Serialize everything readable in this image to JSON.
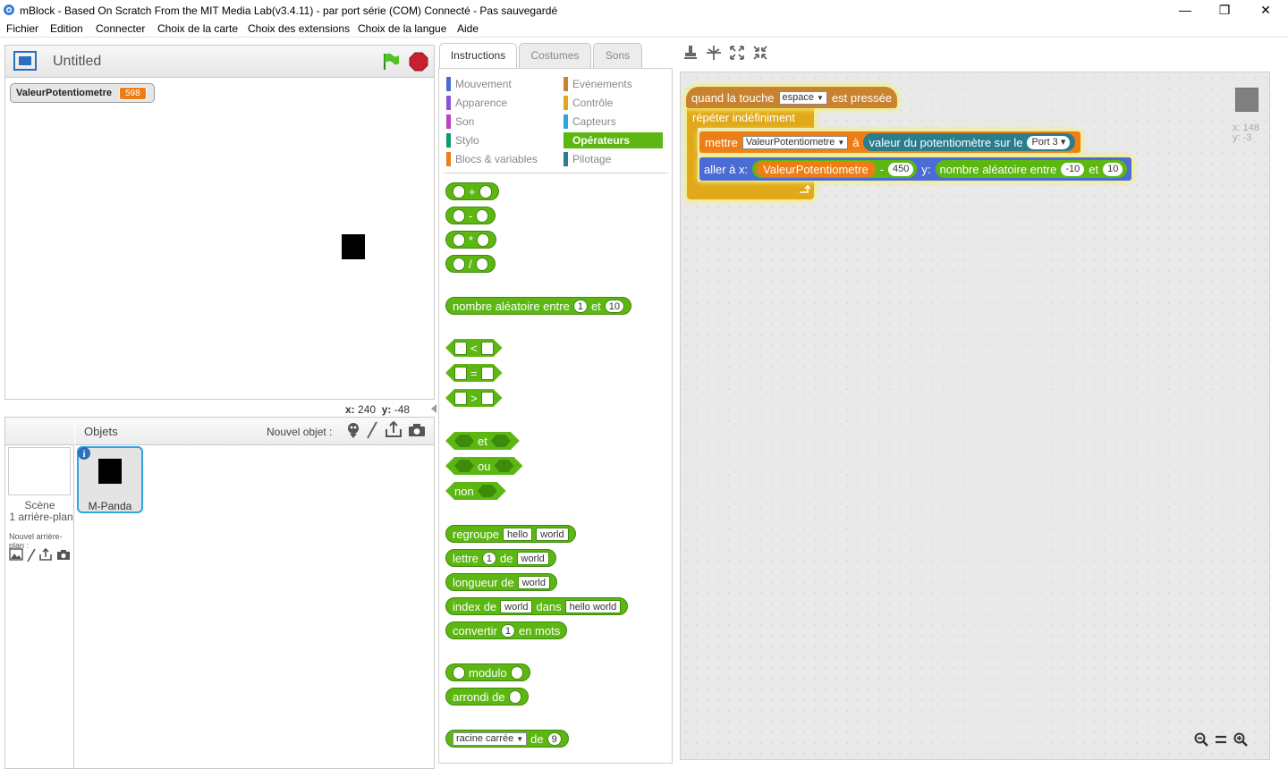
{
  "window": {
    "title": "mBlock - Based On Scratch From the MIT Media Lab(v3.4.11) - par port série (COM) Connecté - Pas sauvegardé",
    "minimize": "—",
    "restore": "❐",
    "close": "✕"
  },
  "menu": [
    "Fichier",
    "Edition",
    "Connecter",
    "Choix de la carte",
    "Choix des extensions",
    "Choix de la langue",
    "Aide"
  ],
  "stage": {
    "project_title": "Untitled",
    "variable_name": "ValeurPotentiometre",
    "variable_value": "598",
    "mouse_x_label": "x:",
    "mouse_x": "240",
    "mouse_y_label": "y:",
    "mouse_y": "-48"
  },
  "sprites": {
    "objets_label": "Objets",
    "new_object_label": "Nouvel objet :",
    "scene_label": "Scène",
    "scene_backdrops": "1 arrière-plan",
    "new_backdrop_label": "Nouvel arrière-plan :",
    "sprite_name": "M-Panda"
  },
  "tabs": [
    "Instructions",
    "Costumes",
    "Sons"
  ],
  "categories": {
    "left": [
      {
        "label": "Mouvement",
        "color": "#4a6cd4"
      },
      {
        "label": "Apparence",
        "color": "#8a55d7"
      },
      {
        "label": "Son",
        "color": "#bb42c3"
      },
      {
        "label": "Stylo",
        "color": "#0e9a6c"
      },
      {
        "label": "Blocs & variables",
        "color": "#ee7d16"
      }
    ],
    "right": [
      {
        "label": "Evénements",
        "color": "#c88330"
      },
      {
        "label": "Contrôle",
        "color": "#e1a91a"
      },
      {
        "label": "Capteurs",
        "color": "#2ca5e2"
      },
      {
        "label": "Opérateurs",
        "color": "#5cb712"
      },
      {
        "label": "Pilotage",
        "color": "#2a7d8c"
      }
    ]
  },
  "palette": {
    "op_plus": "+",
    "op_minus": "-",
    "op_mul": "*",
    "op_div": "/",
    "random_label": "nombre aléatoire entre",
    "random_from": "1",
    "random_and": "et",
    "random_to": "10",
    "lt": "<",
    "eq": "=",
    "gt": ">",
    "and": "et",
    "or": "ou",
    "not": "non",
    "join_label": "regroupe",
    "join_a": "hello",
    "join_b": "world",
    "letter_label": "lettre",
    "letter_idx": "1",
    "letter_of": "de",
    "letter_word": "world",
    "length_label": "longueur de",
    "length_word": "world",
    "index_label": "index de",
    "index_word": "world",
    "index_in": "dans",
    "index_text": "hello world",
    "convert_label": "convertir",
    "convert_val": "1",
    "convert_suffix": "en mots",
    "modulo_label": "modulo",
    "round_label": "arrondi de",
    "sqrt_option": "racine carrée",
    "sqrt_of": "de",
    "sqrt_val": "9"
  },
  "script": {
    "hat_label": "quand la touche",
    "hat_key": "espace",
    "hat_suffix": "est pressée",
    "forever_label": "répéter indéfiniment",
    "set_label": "mettre",
    "set_var": "ValeurPotentiometre",
    "set_to": "à",
    "pot_label": "valeur du potentiomètre sur le",
    "pot_port": "Port 3",
    "goto_label": "aller à x:",
    "goto_var": "ValeurPotentiometre",
    "goto_minus": "-",
    "goto_offset": "450",
    "goto_y": "y:",
    "rand_label": "nombre aléatoire entre",
    "rand_from": "-10",
    "rand_and": "et",
    "rand_to": "10",
    "sprite_x_label": "x:",
    "sprite_x": "148",
    "sprite_y_label": "y:",
    "sprite_y": "-3"
  },
  "colors": {
    "operators": "#5cb712",
    "events": "#c88330",
    "control": "#e1a91a",
    "data": "#ee7d16",
    "sensors": "#2ca5e2",
    "robot": "#2a7d8c",
    "motion": "#4a6cd4"
  }
}
